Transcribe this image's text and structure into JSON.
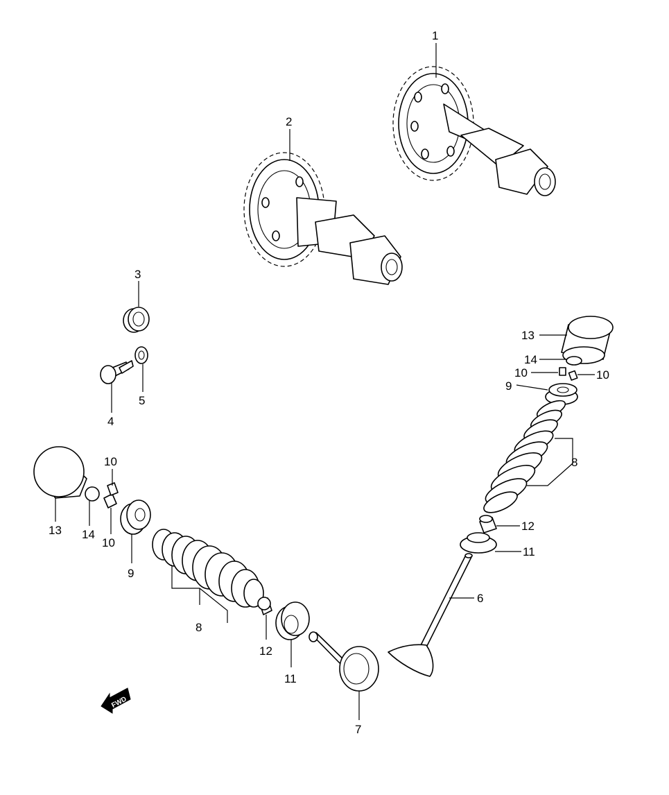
{
  "callouts": {
    "p1": "1",
    "p2": "2",
    "p3": "3",
    "p4": "4",
    "p5": "5",
    "p6": "6",
    "p7": "7",
    "p8_right": "8",
    "p8_left": "8",
    "p9_right": "9",
    "p9_left": "9",
    "p10_right_a": "10",
    "p10_right_b": "10",
    "p10_left_a": "10",
    "p10_left_b": "10",
    "p11_right": "11",
    "p11_left": "11",
    "p12_right": "12",
    "p12_left": "12",
    "p13_right": "13",
    "p13_left": "13",
    "p14_right": "14",
    "p14_left": "14"
  },
  "fwd_indicator": "FWD",
  "icons": {
    "fwd_arrow": "left-down-arrow-icon"
  }
}
